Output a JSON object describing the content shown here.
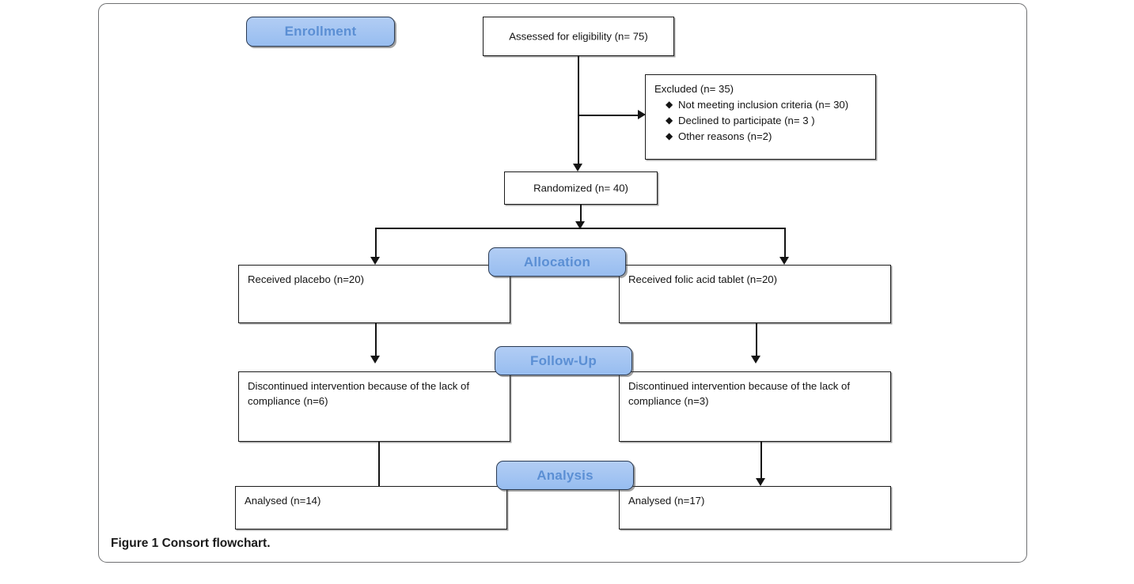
{
  "figure": {
    "caption_label": "Figure 1",
    "caption_text": "Consort flowchart."
  },
  "colors": {
    "pill_fill": "#a8c6ee",
    "pill_text": "#5b8fd4",
    "pill_border": "#2a3a52",
    "box_border": "#1b1b1b",
    "connector": "#141414",
    "frame_border": "#6f7072",
    "background": "#ffffff"
  },
  "stages": {
    "enrollment": "Enrollment",
    "allocation": "Allocation",
    "followup": "Follow-Up",
    "analysis": "Analysis"
  },
  "nodes": {
    "assessed": "Assessed for eligibility (n= 75)",
    "excluded_title": "Excluded (n= 35)",
    "excluded_reasons": [
      "Not meeting inclusion criteria (n= 30)",
      "Declined to participate (n= 3 )",
      "Other reasons (n=2)"
    ],
    "randomized": "Randomized (n= 40)",
    "alloc_left": "Received placebo (n=20)",
    "alloc_right": "Received folic acid tablet (n=20)",
    "followup_left": "Discontinued intervention because of the lack of compliance (n=6)",
    "followup_right": "Discontinued intervention because of the lack of compliance (n=3)",
    "analysis_left": "Analysed (n=14)",
    "analysis_right": "Analysed (n=17)"
  },
  "flow_data": {
    "type": "flowchart",
    "standard": "CONSORT",
    "stages": [
      "Enrollment",
      "Allocation",
      "Follow-Up",
      "Analysis"
    ],
    "counts": {
      "assessed_for_eligibility": 75,
      "excluded_total": 35,
      "excluded_not_meeting_inclusion_criteria": 30,
      "excluded_declined_to_participate": 3,
      "excluded_other_reasons": 2,
      "randomized": 40,
      "allocated_placebo": 20,
      "allocated_folic_acid": 20,
      "discontinued_placebo": 6,
      "discontinued_folic_acid": 3,
      "analysed_placebo": 14,
      "analysed_folic_acid": 17
    },
    "arms": [
      "placebo",
      "folic acid tablet"
    ]
  }
}
